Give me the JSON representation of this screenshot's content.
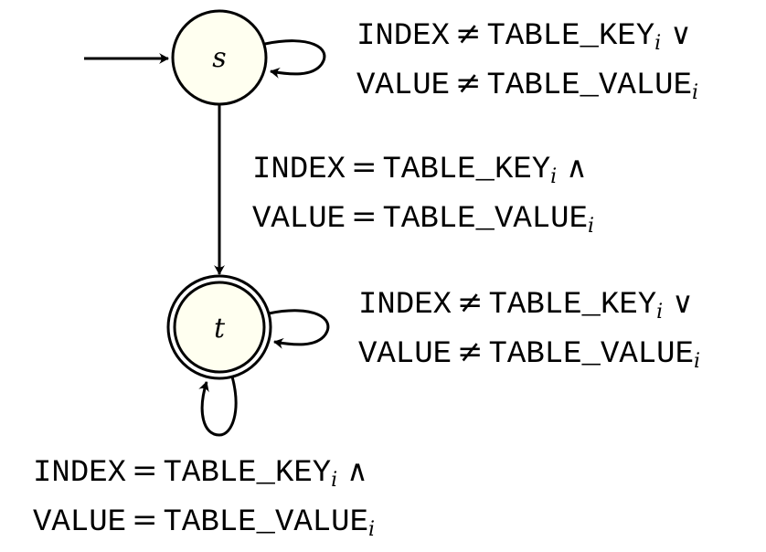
{
  "states": {
    "s": {
      "label": "s",
      "initial": true,
      "accepting": false
    },
    "t": {
      "label": "t",
      "initial": false,
      "accepting": true
    }
  },
  "colors": {
    "state_fill": "#fffff0",
    "stroke": "#000000"
  },
  "transitions": {
    "s_self": {
      "line1": {
        "lhs": "INDEX",
        "op": "≠",
        "rhs": "TABLE_KEY",
        "sub": "i",
        "tail": "∨"
      },
      "line2": {
        "lhs": "VALUE",
        "op": "≠",
        "rhs": "TABLE_VALUE",
        "sub": "i"
      }
    },
    "s_to_t": {
      "line1": {
        "lhs": "INDEX",
        "op": "=",
        "rhs": "TABLE_KEY",
        "sub": "i",
        "tail": "∧"
      },
      "line2": {
        "lhs": "VALUE",
        "op": "=",
        "rhs": "TABLE_VALUE",
        "sub": "i"
      }
    },
    "t_self_right": {
      "line1": {
        "lhs": "INDEX",
        "op": "≠",
        "rhs": "TABLE_KEY",
        "sub": "i",
        "tail": "∨"
      },
      "line2": {
        "lhs": "VALUE",
        "op": "≠",
        "rhs": "TABLE_VALUE",
        "sub": "i"
      }
    },
    "t_self_below": {
      "line1": {
        "lhs": "INDEX",
        "op": "=",
        "rhs": "TABLE_KEY",
        "sub": "i",
        "tail": "∧"
      },
      "line2": {
        "lhs": "VALUE",
        "op": "=",
        "rhs": "TABLE_VALUE",
        "sub": "i"
      }
    }
  }
}
